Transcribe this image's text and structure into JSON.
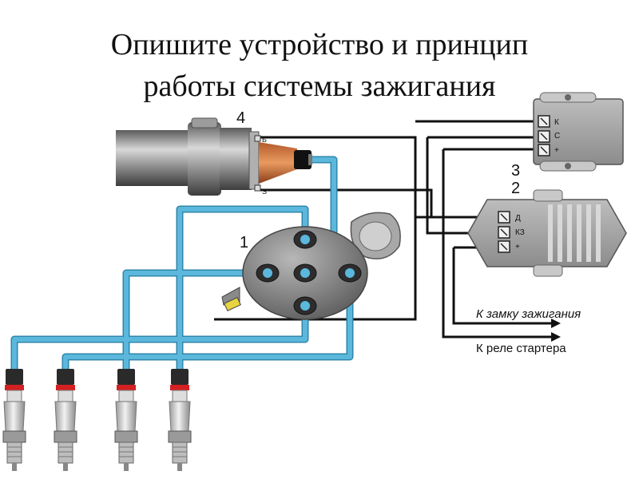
{
  "title": {
    "line1": "Опишите устройство и принцип",
    "line2": "работы системы зажигания"
  },
  "diagram": {
    "numbers": {
      "coil": "4",
      "distributor": "1",
      "switch_module": "3",
      "relay": "2"
    },
    "coil_terminal": "Б",
    "coil_terminal_lower": "S",
    "switch_terminals": [
      "К",
      "С",
      "+"
    ],
    "relay_terminals": [
      "Д",
      "КЗ",
      "+"
    ],
    "arrow_ignition": "К замку зажигания",
    "arrow_starter": "К реле стартера"
  },
  "colors": {
    "hv_wire": "#5bb8dc",
    "hv_wire_edge": "#2f86aa",
    "lv_wire": "#111111",
    "spark_plug_red": "#d42020",
    "metal": "#9a9a9a"
  }
}
